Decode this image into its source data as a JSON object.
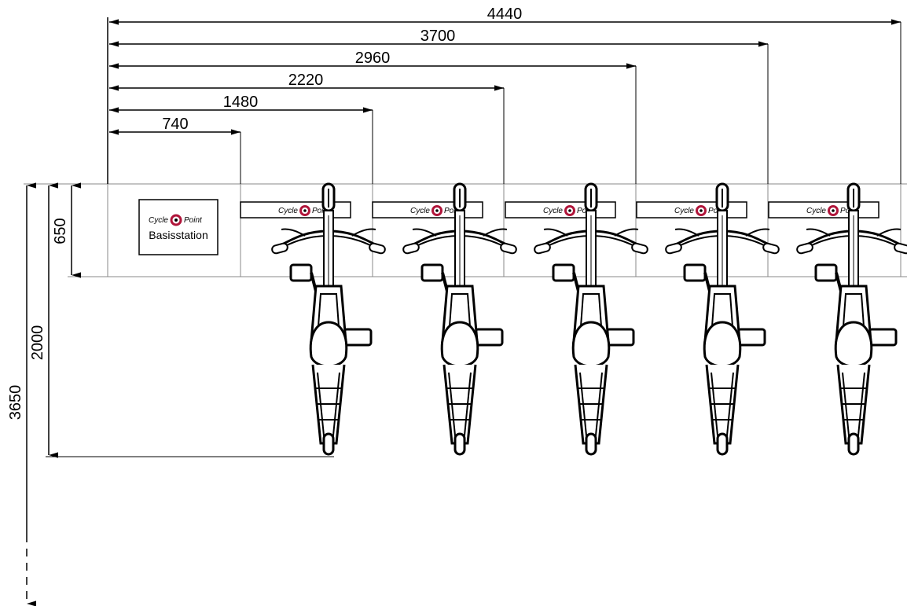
{
  "horizontal_dimensions": [
    "740",
    "1480",
    "2220",
    "2960",
    "3700",
    "4440"
  ],
  "vertical_dimensions": {
    "station_depth": "650",
    "bike_length": "2000",
    "total_depth": "3650"
  },
  "base_station": {
    "logo_left": "Cycle",
    "logo_right": "Point",
    "label": "Basisstation"
  },
  "docks": [
    {
      "logo_left": "Cycle",
      "logo_right": "Point"
    },
    {
      "logo_left": "Cycle",
      "logo_right": "Point"
    },
    {
      "logo_left": "Cycle",
      "logo_right": "Point"
    },
    {
      "logo_left": "Cycle",
      "logo_right": "Point"
    },
    {
      "logo_left": "Cycle",
      "logo_right": "Point"
    }
  ],
  "colors": {
    "line": "#000000",
    "thin_line": "#888888",
    "logo_accent": "#b0153a"
  }
}
